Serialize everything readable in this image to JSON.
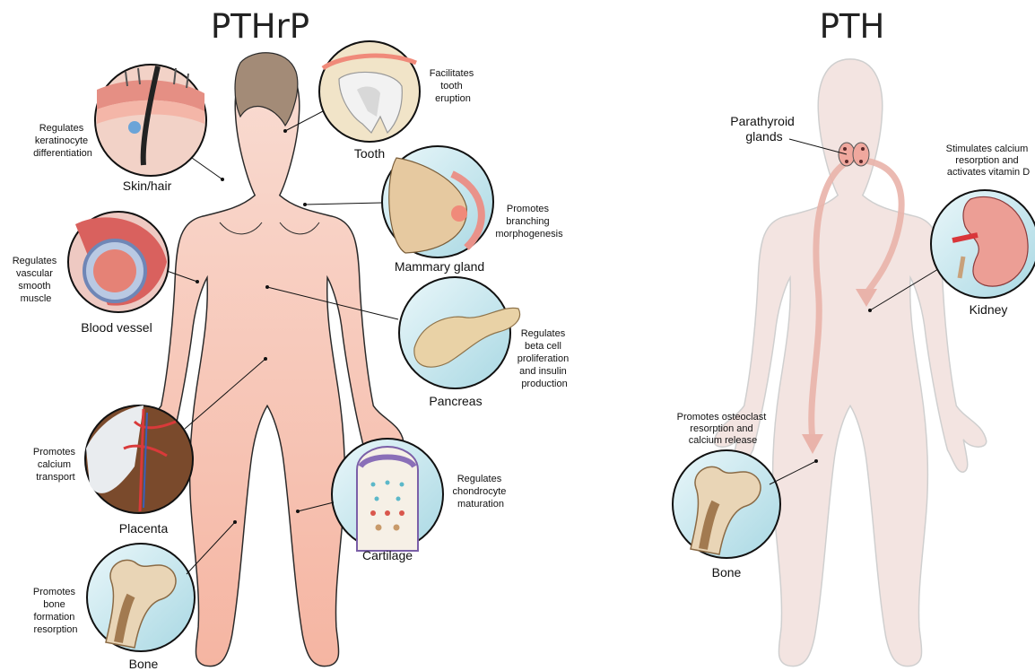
{
  "titles": {
    "left": "PTHrP",
    "right": "PTH"
  },
  "pthrp": {
    "tooth": {
      "label": "Tooth",
      "desc": [
        "Facilitates",
        "tooth",
        "eruption"
      ]
    },
    "skin": {
      "label": "Skin/hair",
      "desc": [
        "Regulates",
        "keratinocyte",
        "differentiation"
      ]
    },
    "mammary": {
      "label": "Mammary gland",
      "desc": [
        "Promotes",
        "branching",
        "morphogenesis"
      ]
    },
    "vessel": {
      "label": "Blood vessel",
      "desc": [
        "Regulates",
        "vascular",
        "smooth",
        "muscle"
      ]
    },
    "pancreas": {
      "label": "Pancreas",
      "desc": [
        "Regulates",
        "beta cell",
        "proliferation",
        "and insulin",
        "production"
      ]
    },
    "placenta": {
      "label": "Placenta",
      "desc": [
        "Promotes",
        "calcium",
        "transport"
      ]
    },
    "cartilage": {
      "label": "Cartilage",
      "desc": [
        "Regulates",
        "chondrocyte",
        "maturation"
      ]
    },
    "bone": {
      "label": "Bone",
      "desc": [
        "Promotes",
        "bone",
        "formation",
        "resorption"
      ]
    }
  },
  "pth": {
    "parathyroid": {
      "label": [
        "Parathyroid",
        "glands"
      ]
    },
    "kidney": {
      "label": "Kidney",
      "desc": [
        "Stimulates calcium",
        "resorption and",
        "activates vitamin D"
      ]
    },
    "bone": {
      "label": "Bone",
      "desc": [
        "Promotes osteoclast",
        "resorption and",
        "calcium release"
      ]
    }
  },
  "colors": {
    "body_left": "#f6c0ab",
    "body_right": "#f4e6e3",
    "circle_fill": "#d6eef4",
    "arrow": "#e9b3aa"
  }
}
